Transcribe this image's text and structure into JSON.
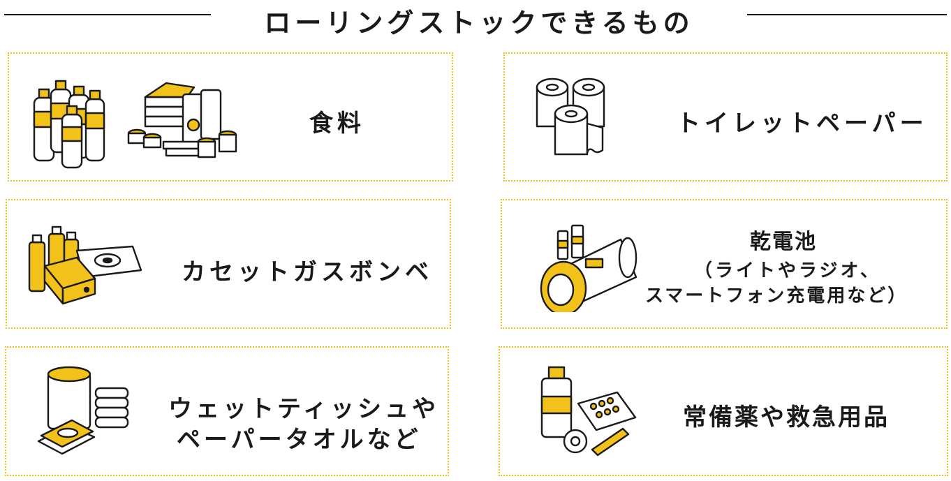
{
  "title": "ローリングストックできるもの",
  "colors": {
    "accent": "#f2c21b",
    "ink": "#1a1a1a",
    "background": "#ffffff"
  },
  "items": [
    {
      "label": "食料",
      "icons": [
        "water-bottles-icon",
        "food-stock-icon"
      ]
    },
    {
      "label": "トイレットペーパー",
      "icons": [
        "toilet-paper-icon"
      ]
    },
    {
      "label": "カセットガスボンベ",
      "icons": [
        "gas-canister-icon",
        "portable-stove-icon"
      ]
    },
    {
      "label_lines": [
        "乾電池",
        "（ライトやラジオ、",
        "スマートフォン充電用など）"
      ],
      "icons": [
        "batteries-flashlight-icon"
      ]
    },
    {
      "label_lines": [
        "ウェットティッシュや",
        "ペーパータオルなど"
      ],
      "icons": [
        "wet-tissue-icon",
        "paper-towel-icon"
      ]
    },
    {
      "label": "常備薬や救急用品",
      "icons": [
        "medicine-bottle-icon",
        "pill-pack-icon",
        "bandage-icon"
      ]
    }
  ]
}
